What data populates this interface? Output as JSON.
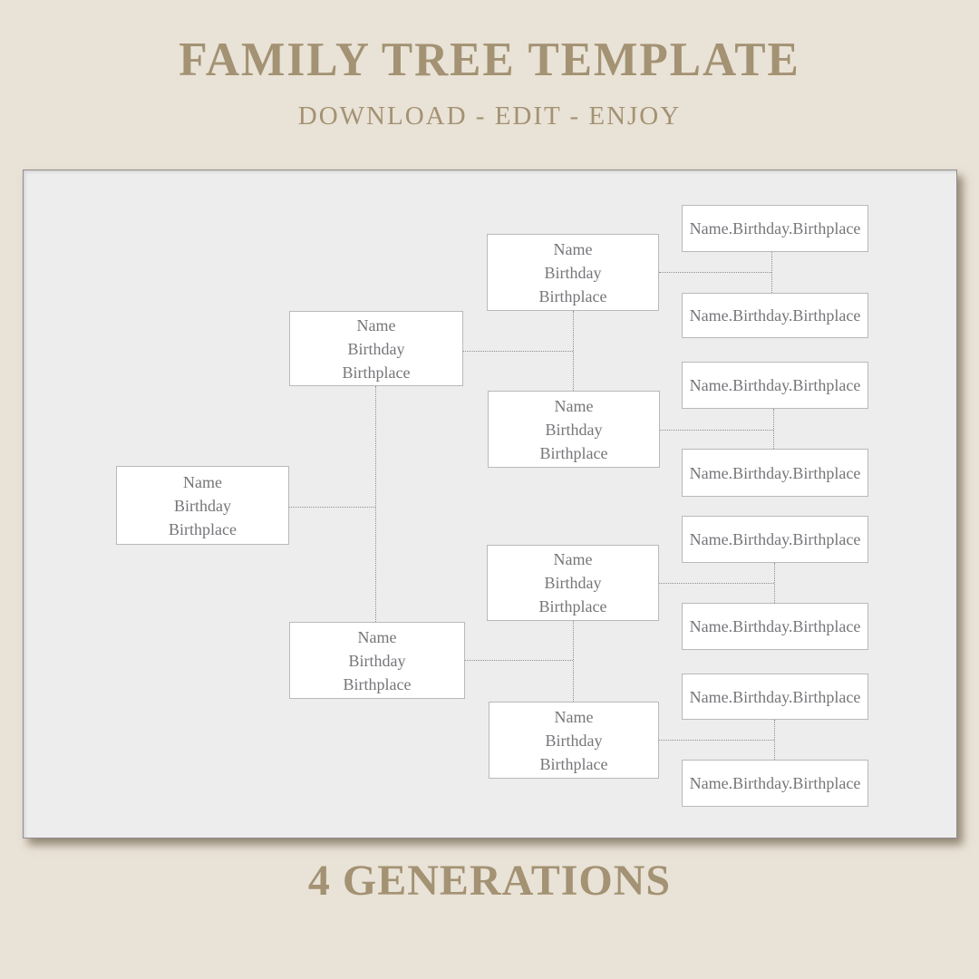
{
  "page": {
    "background_color": "#E9E2D6",
    "accent_color": "#A39273"
  },
  "header": {
    "title": "FAMILY TREE TEMPLATE",
    "subtitle": "DOWNLOAD - EDIT - ENJOY"
  },
  "footer": {
    "caption": "4 GENERATIONS"
  },
  "diagram": {
    "type": "family-tree",
    "panel_color": "#EDEDEE",
    "node_fill_color": "#FFFFFF",
    "node_border_color": "#B9B9B9",
    "node_text_color": "#76767A",
    "connector_color": "#8F8F8F",
    "connector_style": "dotted",
    "generation_count": 4,
    "tree": {
      "g1": [
        {
          "lines": [
            "Name",
            "Birthday",
            "Birthplace"
          ]
        }
      ],
      "g2": [
        {
          "lines": [
            "Name",
            "Birthday",
            "Birthplace"
          ]
        },
        {
          "lines": [
            "Name",
            "Birthday",
            "Birthplace"
          ]
        }
      ],
      "g3": [
        {
          "lines": [
            "Name",
            "Birthday",
            "Birthplace"
          ]
        },
        {
          "lines": [
            "Name",
            "Birthday",
            "Birthplace"
          ]
        },
        {
          "lines": [
            "Name",
            "Birthday",
            "Birthplace"
          ]
        },
        {
          "lines": [
            "Name",
            "Birthday",
            "Birthplace"
          ]
        }
      ],
      "g4": [
        {
          "text": "Name.Birthday.Birthplace"
        },
        {
          "text": "Name.Birthday.Birthplace"
        },
        {
          "text": "Name.Birthday.Birthplace"
        },
        {
          "text": "Name.Birthday.Birthplace"
        },
        {
          "text": "Name.Birthday.Birthplace"
        },
        {
          "text": "Name.Birthday.Birthplace"
        },
        {
          "text": "Name.Birthday.Birthplace"
        },
        {
          "text": "Name.Birthday.Birthplace"
        }
      ]
    }
  }
}
